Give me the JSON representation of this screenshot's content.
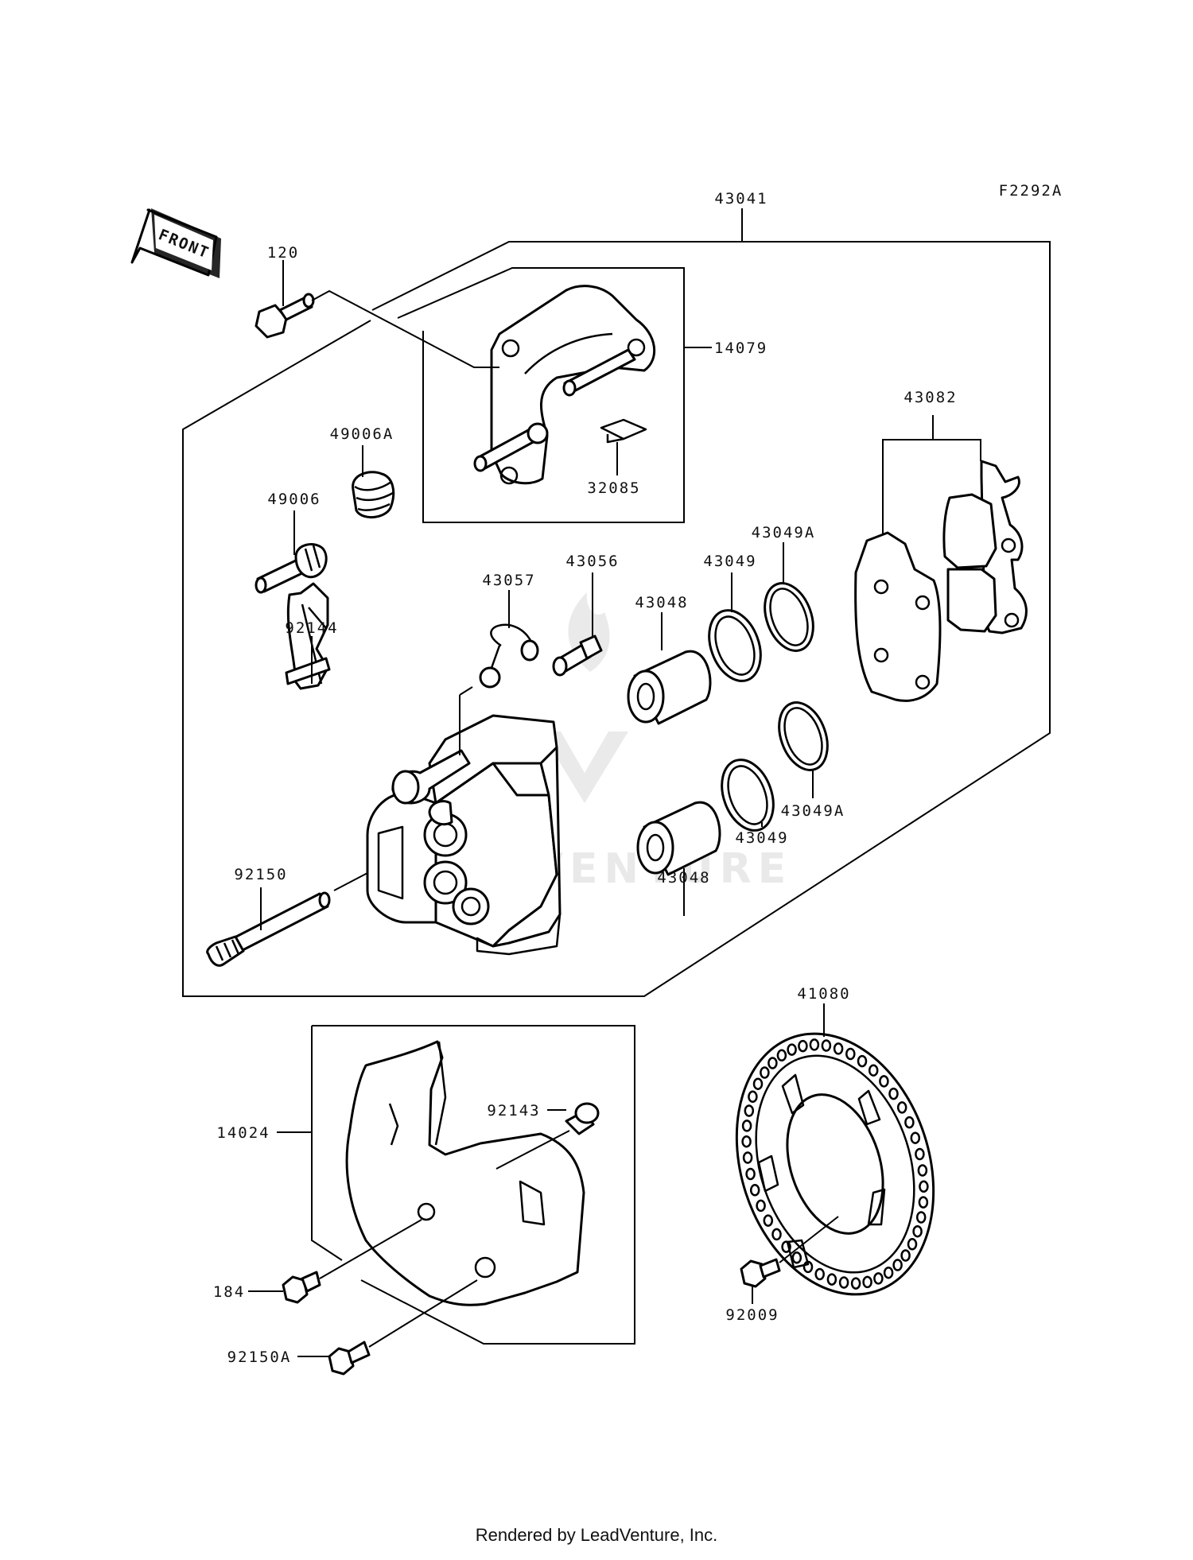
{
  "diagram": {
    "code": "F2292A",
    "front_arrow_label": "FRONT",
    "watermark_text": "LEADVENTURE",
    "parts": {
      "p120": "120",
      "p43041": "43041",
      "p14079": "14079",
      "p32085": "32085",
      "p49006A": "49006A",
      "p49006": "49006",
      "p43082": "43082",
      "p43049A_top": "43049A",
      "p43049_top": "43049",
      "p43056": "43056",
      "p43057": "43057",
      "p43048_top": "43048",
      "p92144": "92144",
      "p92150": "92150",
      "p43049A_bot": "43049A",
      "p43049_bot": "43049",
      "p43048_bot": "43048",
      "p41080": "41080",
      "p14024": "14024",
      "p92143": "92143",
      "p184": "184",
      "p92150A": "92150A",
      "p92009": "92009"
    }
  },
  "footer": {
    "text": "Rendered by LeadVenture, Inc."
  }
}
